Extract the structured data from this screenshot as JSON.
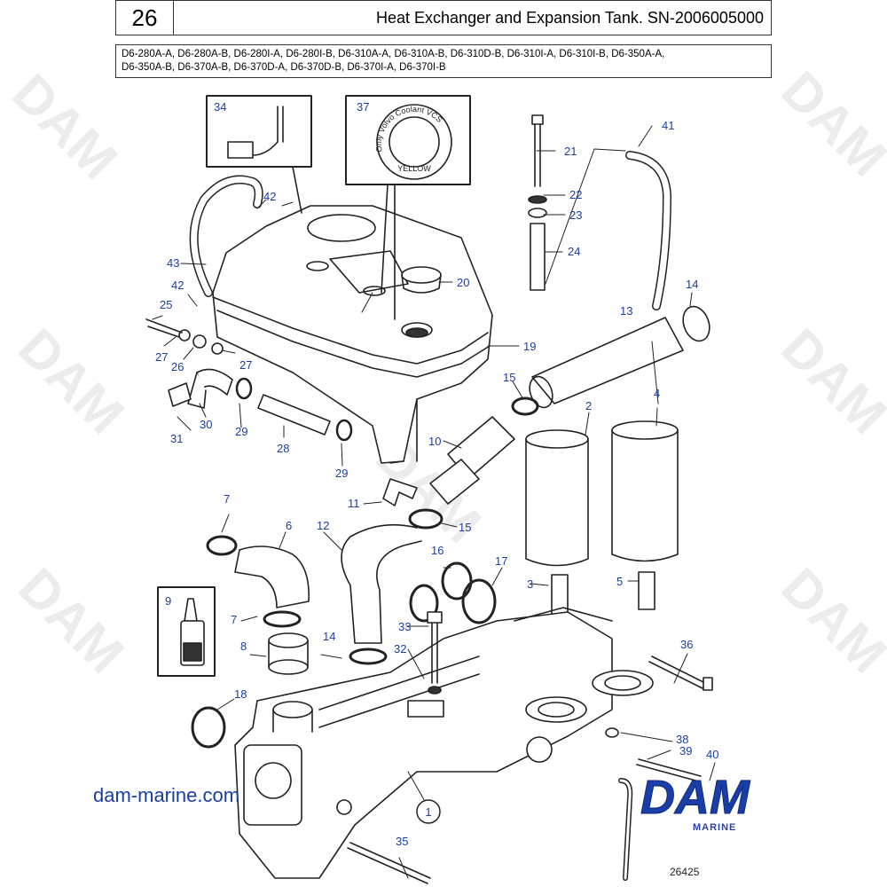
{
  "header": {
    "page_number": "26",
    "title": "Heat Exchanger and Expansion Tank. SN-2006005000",
    "models_line1": "D6-280A-A, D6-280A-B, D6-280I-A, D6-280I-B, D6-310A-A, D6-310A-B, D6-310D-B, D6-310I-A, D6-310I-B, D6-350A-A,",
    "models_line2": "D6-350A-B, D6-370A-B, D6-370D-A, D6-370D-B, D6-370I-A, D6-370I-B"
  },
  "watermark_text": "DAM",
  "callouts": {
    "c1": "1",
    "c2": "2",
    "c3": "3",
    "c4": "4",
    "c5": "5",
    "c6": "6",
    "c7a": "7",
    "c7b": "7",
    "c8": "8",
    "c9": "9",
    "c10": "10",
    "c11": "11",
    "c12": "12",
    "c13": "13",
    "c14a": "14",
    "c14b": "14",
    "c15a": "15",
    "c15b": "15",
    "c16": "16",
    "c17": "17",
    "c18": "18",
    "c19": "19",
    "c20": "20",
    "c21": "21",
    "c22": "22",
    "c23": "23",
    "c24": "24",
    "c25": "25",
    "c26": "26",
    "c27a": "27",
    "c27b": "27",
    "c28": "28",
    "c29a": "29",
    "c29b": "29",
    "c30": "30",
    "c31": "31",
    "c32": "32",
    "c33": "33",
    "c34": "34",
    "c35": "35",
    "c36": "36",
    "c37": "37",
    "c38": "38",
    "c39": "39",
    "c40": "40",
    "c41": "41",
    "c42a": "42",
    "c42b": "42",
    "c43": "43"
  },
  "cap_text": {
    "line1": "Only Volvo Coolant VCS",
    "line2": "YELLOW"
  },
  "footer": {
    "website": "dam-marine.com",
    "logo_text": "DAM",
    "logo_sub": "MARINE",
    "figure_number": "26425"
  },
  "colors": {
    "callout": "#1a3ea8",
    "line": "#222222",
    "brand": "#1a3ea8",
    "watermark": "#ececec"
  }
}
